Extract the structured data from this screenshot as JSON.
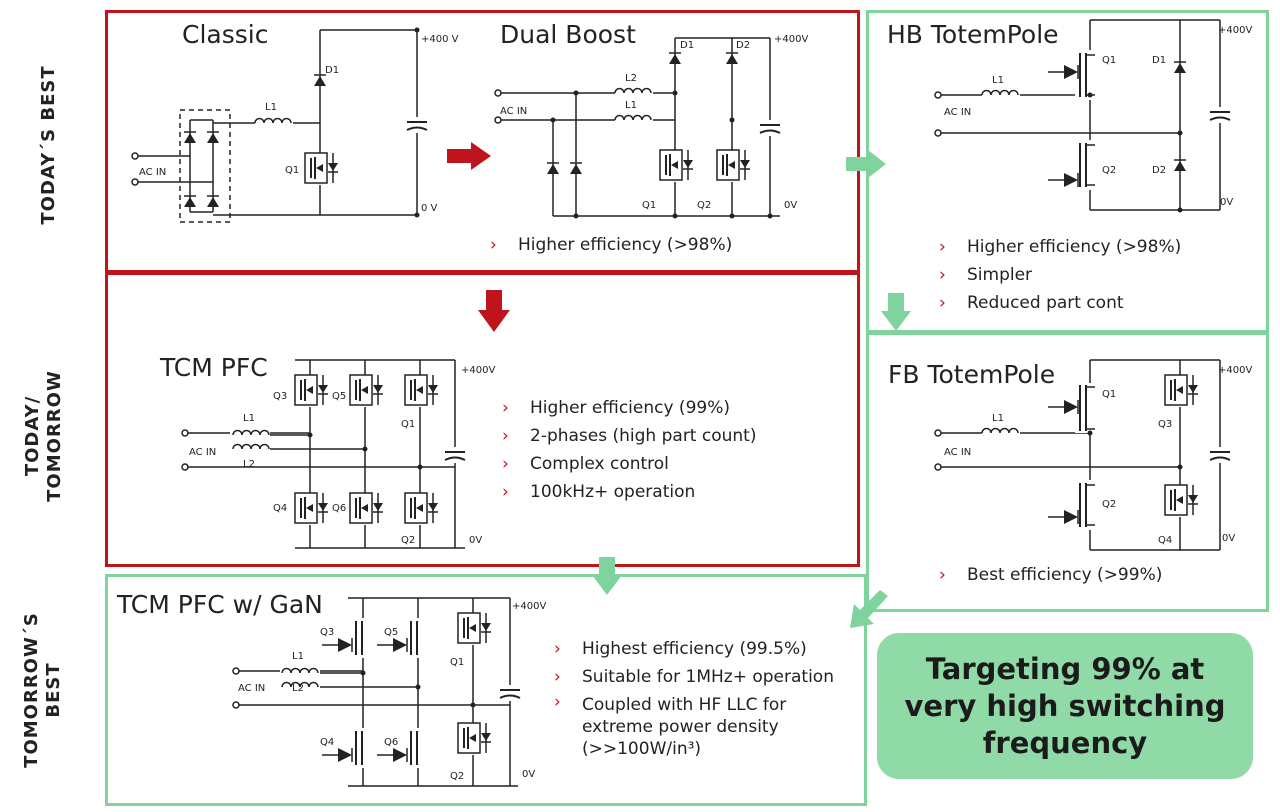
{
  "row_labels": {
    "today_best": "TODAY´S BEST",
    "today_tomorrow": "TODAY/\nTOMORROW",
    "tomorrow_best": "TOMORROW´S\nBEST"
  },
  "panels": {
    "classic": {
      "title": "Classic",
      "labels": {
        "ac_in": "AC IN",
        "l1": "L1",
        "d1": "D1",
        "q1": "Q1",
        "vplus": "+400 V",
        "vzero": "0 V"
      }
    },
    "dual_boost": {
      "title": "Dual Boost",
      "bullets": [
        "Higher efficiency (>98%)"
      ],
      "labels": {
        "ac_in": "AC IN",
        "l1": "L1",
        "l2": "L2",
        "d1": "D1",
        "d2": "D2",
        "q1": "Q1",
        "q2": "Q2",
        "vplus": "+400V",
        "vzero": "0V"
      }
    },
    "hb_totempole": {
      "title": "HB TotemPole",
      "bullets": [
        "Higher efficiency (>98%)",
        "Simpler",
        "Reduced part cont"
      ],
      "labels": {
        "ac_in": "AC IN",
        "l1": "L1",
        "q1": "Q1",
        "q2": "Q2",
        "d1": "D1",
        "d2": "D2",
        "vplus": "+400V",
        "vzero": "0V"
      }
    },
    "tcm_pfc": {
      "title": "TCM PFC",
      "bullets": [
        "Higher efficiency (99%)",
        "2-phases (high part count)",
        "Complex control",
        "100kHz+ operation"
      ],
      "labels": {
        "ac_in": "AC IN",
        "l1": "L1",
        "l2": "L2",
        "q1": "Q1",
        "q2": "Q2",
        "q3": "Q3",
        "q4": "Q4",
        "q5": "Q5",
        "q6": "Q6",
        "vplus": "+400V",
        "vzero": "0V"
      }
    },
    "fb_totempole": {
      "title": "FB TotemPole",
      "bullets": [
        "Best efficiency (>99%)"
      ],
      "labels": {
        "ac_in": "AC IN",
        "l1": "L1",
        "q1": "Q1",
        "q2": "Q2",
        "q3": "Q3",
        "q4": "Q4",
        "vplus": "+400V",
        "vzero": "0V"
      }
    },
    "tcm_gan": {
      "title": "TCM PFC w/ GaN",
      "bullets": [
        "Highest efficiency (99.5%)",
        "Suitable for 1MHz+ operation",
        "Coupled with HF LLC for extreme power density (>>100W/in³)"
      ],
      "labels": {
        "ac_in": "AC IN",
        "l1": "L1",
        "l2": "L2",
        "q1": "Q1",
        "q2": "Q2",
        "q3": "Q3",
        "q4": "Q4",
        "q5": "Q5",
        "q6": "Q6",
        "vplus": "+400V",
        "vzero": "0V"
      }
    }
  },
  "callout": "Targeting 99% at very high switching frequency",
  "colors": {
    "red": "#c0141c",
    "green": "#7fd39c",
    "callout_bg": "#8fdaa6"
  }
}
